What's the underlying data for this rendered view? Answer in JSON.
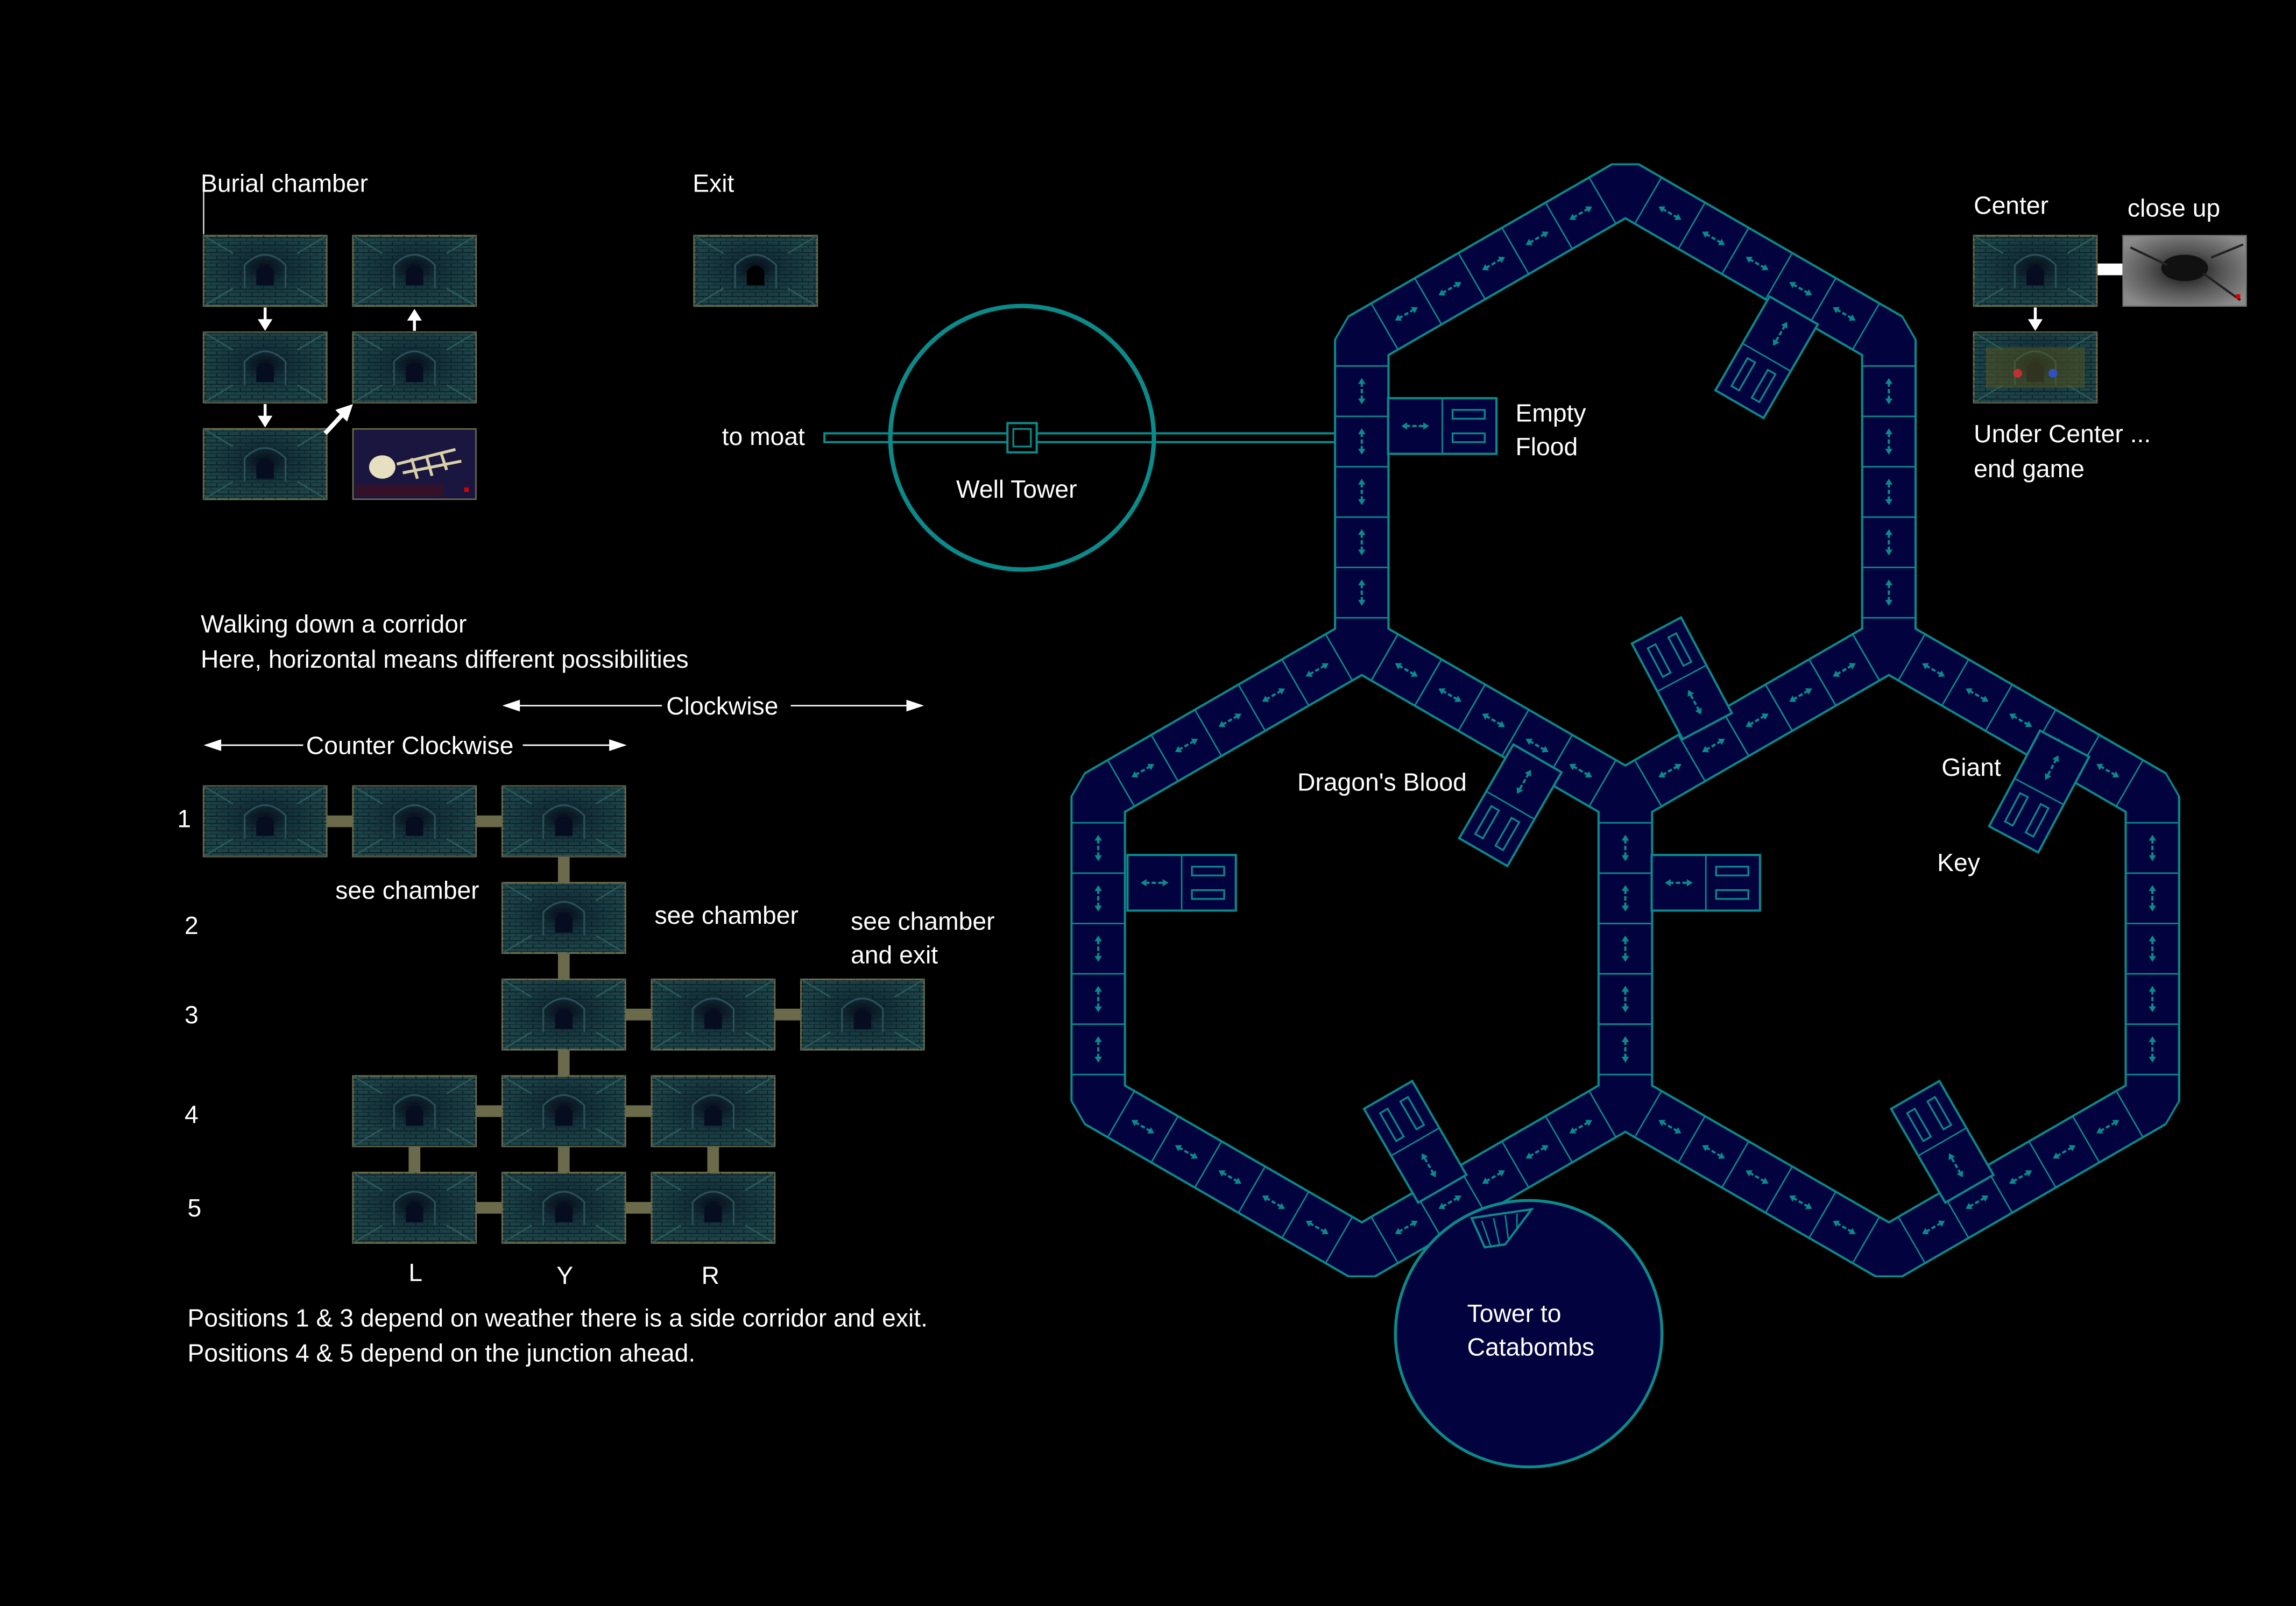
{
  "colors": {
    "background": "#000000",
    "corridor_fill": "#02023e",
    "corridor_line": "#0b8a8a",
    "connector": "#6b6a4a",
    "text": "#ffffff"
  },
  "burial": {
    "title": "Burial chamber",
    "exit": "Exit"
  },
  "center": {
    "title": "Center",
    "closeup": "close up",
    "under_line1": "Under Center ...",
    "under_line2": "end game"
  },
  "well": {
    "to_moat": "to moat",
    "name": "Well Tower"
  },
  "map": {
    "empty": "Empty",
    "flood": "Flood",
    "dragons_blood": "Dragon's Blood",
    "giant": "Giant",
    "key": "Key",
    "tower_line1": "Tower to",
    "tower_line2": "Catabombs"
  },
  "corridor": {
    "heading1": "Walking down a corridor",
    "heading2": "Here, horizontal means different possibilities",
    "clockwise": "Clockwise",
    "counter_clockwise": "Counter Clockwise",
    "rows": [
      "1",
      "2",
      "3",
      "4",
      "5"
    ],
    "cols": [
      "L",
      "Y",
      "R"
    ],
    "see_chamber_1": "see chamber",
    "see_chamber_2": "see chamber",
    "see_chamber_exit_1": "see chamber",
    "see_chamber_exit_2": "and exit",
    "note1": "Positions 1 & 3 depend on weather there is a side corridor and exit.",
    "note2": "Positions 4 & 5 depend on the junction ahead."
  }
}
